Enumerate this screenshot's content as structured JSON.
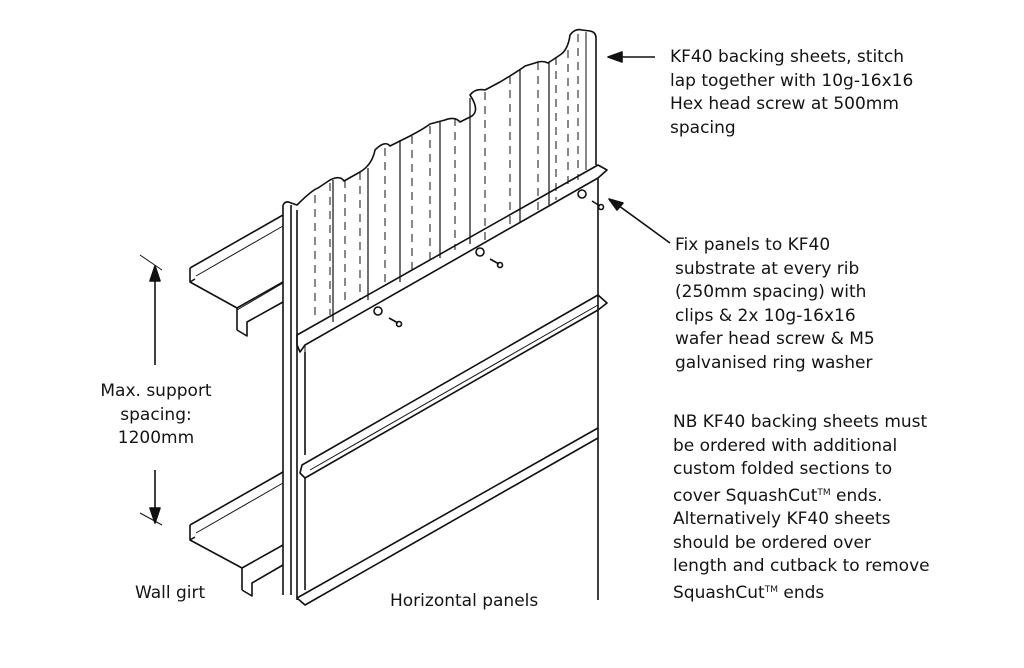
{
  "labels": {
    "backing_sheets": [
      "KF40 backing sheets, stitch",
      "lap together with 10g-16x16",
      "Hex head screw at 500mm",
      "spacing"
    ],
    "fix_panels": [
      "Fix panels to KF40",
      "substrate at every rib",
      "(250mm spacing) with",
      "clips & 2x 10g-16x16",
      "wafer head screw & M5",
      "galvanised ring washer"
    ],
    "note": {
      "line1": "NB KF40 backing sheets must",
      "line2": "be ordered with additional",
      "line3": "custom folded sections to",
      "line4_a": "cover SquashCut",
      "line4_tm": "TM",
      "line4_b": " ends.",
      "line5": "Alternatively KF40 sheets",
      "line6": "should be ordered over",
      "line7": "length and cutback to remove",
      "line8_a": "SquashCut",
      "line8_tm": "TM",
      "line8_b": " ends"
    },
    "support_spacing": [
      "Max. support",
      "spacing:",
      "1200mm"
    ],
    "wall_girt": "Wall girt",
    "horizontal_panels": "Horizontal panels"
  },
  "colors": {
    "line": "#111111",
    "background": "#ffffff"
  }
}
